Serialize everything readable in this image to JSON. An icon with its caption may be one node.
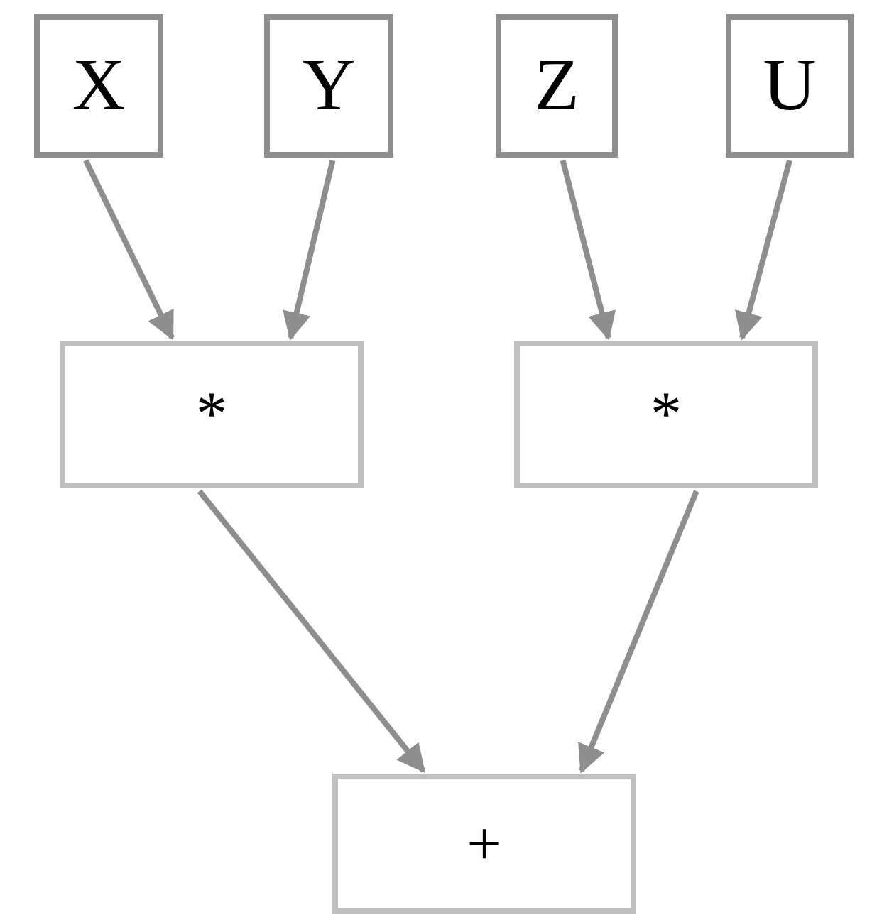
{
  "diagram": {
    "nodes": [
      {
        "text": [
          "X"
        ]
      },
      {
        "text": [
          "Y"
        ]
      },
      {
        "text": [
          "Z"
        ]
      },
      {
        "text": [
          "U"
        ]
      },
      {
        "text": [
          "*"
        ]
      },
      {
        "text": [
          "*"
        ]
      },
      {
        "text": [
          "+"
        ]
      }
    ],
    "edges": [
      {
        "from": 0,
        "to": 4,
        "arrow": "to"
      },
      {
        "from": 1,
        "to": 4,
        "arrow": "to"
      },
      {
        "from": 2,
        "to": 5,
        "arrow": "to"
      },
      {
        "from": 3,
        "to": 5,
        "arrow": "to"
      },
      {
        "from": 4,
        "to": 6,
        "arrow": "to"
      },
      {
        "from": 5,
        "to": 6,
        "arrow": "to"
      }
    ]
  }
}
